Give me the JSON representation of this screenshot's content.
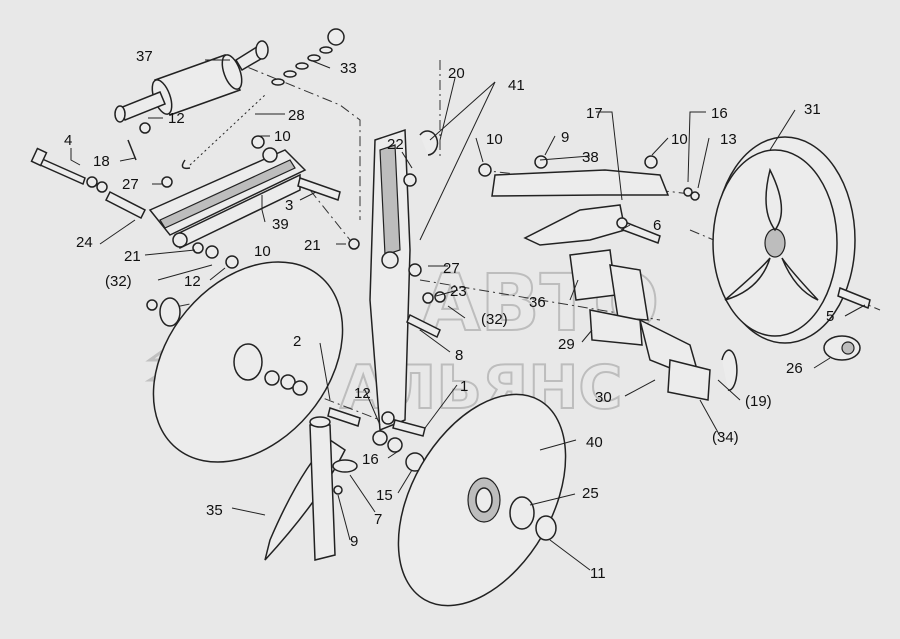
{
  "diagram": {
    "background": "#e8e8e8",
    "line_color": "#222222",
    "watermark": {
      "line1": "АВТО",
      "line2": "АЛЬЯНС"
    },
    "callouts": [
      {
        "id": "c37",
        "text": "37"
      },
      {
        "id": "c33",
        "text": "33"
      },
      {
        "id": "c12a",
        "text": "12"
      },
      {
        "id": "c28",
        "text": "28"
      },
      {
        "id": "c4",
        "text": "4"
      },
      {
        "id": "c18",
        "text": "18"
      },
      {
        "id": "c10a",
        "text": "10"
      },
      {
        "id": "c27a",
        "text": "27"
      },
      {
        "id": "c3",
        "text": "3"
      },
      {
        "id": "c39",
        "text": "39"
      },
      {
        "id": "c24",
        "text": "24"
      },
      {
        "id": "c21a",
        "text": "21"
      },
      {
        "id": "c10b",
        "text": "10"
      },
      {
        "id": "c32a",
        "text": "(32)"
      },
      {
        "id": "c12b",
        "text": "12"
      },
      {
        "id": "c20",
        "text": "20"
      },
      {
        "id": "c41",
        "text": "41"
      },
      {
        "id": "c22",
        "text": "22"
      },
      {
        "id": "c10c",
        "text": "10"
      },
      {
        "id": "c9a",
        "text": "9"
      },
      {
        "id": "c38",
        "text": "38"
      },
      {
        "id": "c17",
        "text": "17"
      },
      {
        "id": "c10d",
        "text": "10"
      },
      {
        "id": "c16a",
        "text": "16"
      },
      {
        "id": "c13",
        "text": "13"
      },
      {
        "id": "c31",
        "text": "31"
      },
      {
        "id": "c6",
        "text": "6"
      },
      {
        "id": "c21b",
        "text": "21"
      },
      {
        "id": "c27b",
        "text": "27"
      },
      {
        "id": "c23",
        "text": "23"
      },
      {
        "id": "c32b",
        "text": "(32)"
      },
      {
        "id": "c36",
        "text": "36"
      },
      {
        "id": "c5",
        "text": "5"
      },
      {
        "id": "c29",
        "text": "29"
      },
      {
        "id": "c2",
        "text": "2"
      },
      {
        "id": "c8",
        "text": "8"
      },
      {
        "id": "c26",
        "text": "26"
      },
      {
        "id": "c30",
        "text": "30"
      },
      {
        "id": "c19",
        "text": "(19)"
      },
      {
        "id": "c12c",
        "text": "12"
      },
      {
        "id": "c1",
        "text": "1"
      },
      {
        "id": "c34",
        "text": "(34)"
      },
      {
        "id": "c40",
        "text": "40"
      },
      {
        "id": "c16b",
        "text": "16"
      },
      {
        "id": "c15",
        "text": "15"
      },
      {
        "id": "c25",
        "text": "25"
      },
      {
        "id": "c35",
        "text": "35"
      },
      {
        "id": "c7",
        "text": "7"
      },
      {
        "id": "c9b",
        "text": "9"
      },
      {
        "id": "c11",
        "text": "11"
      }
    ]
  }
}
